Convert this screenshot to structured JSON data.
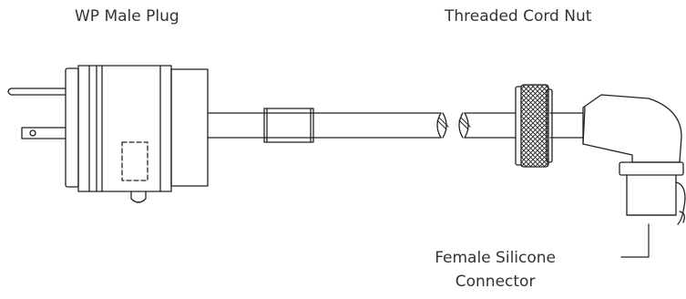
{
  "labels": {
    "plug": "WP Male Plug",
    "nut": "Threaded Cord Nut",
    "connector_line1": "Female Silicone",
    "connector_line2": "Connector"
  },
  "colors": {
    "line": "#222222",
    "text": "#333333"
  }
}
